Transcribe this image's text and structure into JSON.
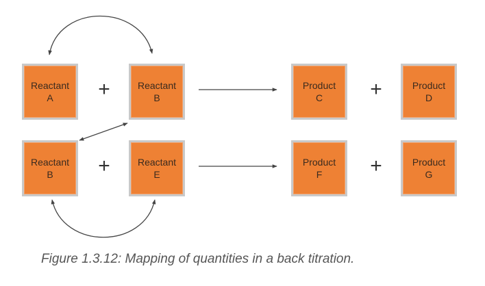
{
  "diagram": {
    "row1": {
      "box1": {
        "label": "Reactant",
        "letter": "A"
      },
      "op1": "+",
      "box2": {
        "label": "Reactant",
        "letter": "B"
      },
      "box3": {
        "label": "Product",
        "letter": "C"
      },
      "op2": "+",
      "box4": {
        "label": "Product",
        "letter": "D"
      }
    },
    "row2": {
      "box1": {
        "label": "Reactant",
        "letter": "B"
      },
      "op1": "+",
      "box2": {
        "label": "Reactant",
        "letter": "E"
      },
      "box3": {
        "label": "Product",
        "letter": "F"
      },
      "op2": "+",
      "box4": {
        "label": "Product",
        "letter": "G"
      }
    },
    "box_color": "#ee8134",
    "border_color": "#c9c9c9"
  },
  "caption": "Figure 1.3.12: Mapping of quantities in a back titration."
}
